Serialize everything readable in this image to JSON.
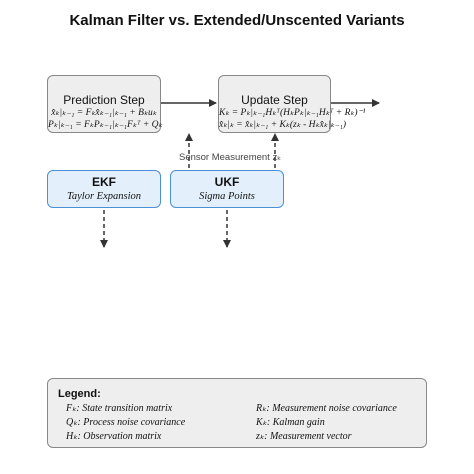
{
  "title": "Kalman Filter vs. Extended/Unscented Variants",
  "prediction": {
    "label": "Prediction Step",
    "eq1": "x̂ₖ|ₖ₋₁ = Fₖx̂ₖ₋₁|ₖ₋₁ + Bₖuₖ",
    "eq2": "Pₖ|ₖ₋₁ = FₖPₖ₋₁|ₖ₋₁Fₖᵀ + Qₖ"
  },
  "update": {
    "label": "Update Step",
    "eq1": "Kₖ = Pₖ|ₖ₋₁Hₖᵀ(HₖPₖ|ₖ₋₁Hₖᵀ + Rₖ)⁻¹",
    "eq2": "x̂ₖ|ₖ = x̂ₖ|ₖ₋₁ + Kₖ(zₖ - Hₖx̂ₖ|ₖ₋₁)"
  },
  "sensor_label": "Sensor Measurement zₖ",
  "ekf": {
    "label": "EKF",
    "sub": "Taylor Expansion"
  },
  "ukf": {
    "label": "UKF",
    "sub": "Sigma Points"
  },
  "legend": {
    "title": "Legend:",
    "items": [
      "Fₖ: State transition matrix",
      "Qₖ: Process noise covariance",
      "Hₖ: Observation matrix",
      "Rₖ: Measurement noise covariance",
      "Kₖ: Kalman gain",
      "zₖ: Measurement vector"
    ]
  }
}
